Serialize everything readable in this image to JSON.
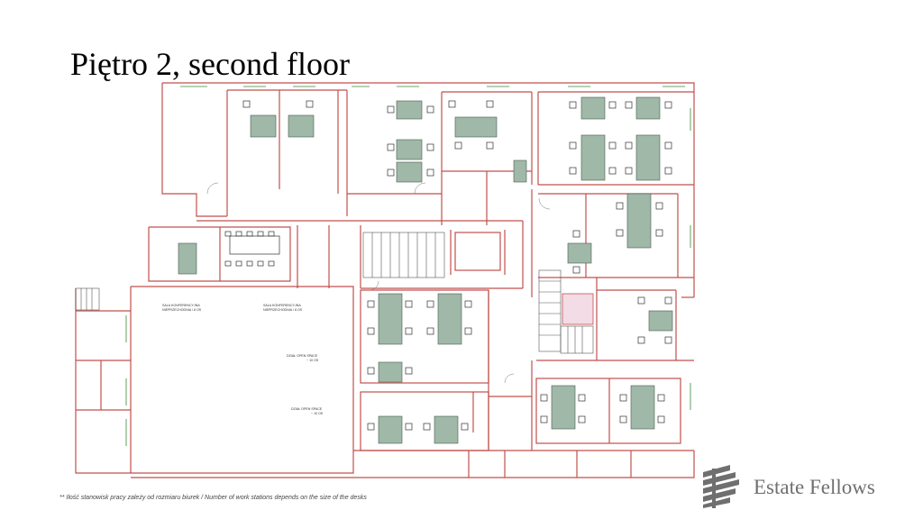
{
  "title": "Piętro 2, second floor",
  "footnote": "** Ilość stanowisk pracy zależy od rozmiaru biurek / Number of work stations depends on the size of the desks",
  "brand": {
    "name": "Estate Fellows",
    "logo_icon": "building-stack-icon"
  },
  "room_labels": {
    "conference_a_1": "SALA KONFERENCYJNA",
    "conference_a_2": "NIEPRZECHODNIA / 8 OS",
    "conference_b_1": "SALA KONFERENCYJNA",
    "conference_b_2": "NIEPRZECHODNIA / 8 OS",
    "open_a_1": "DZIAŁ OPEN SPACE",
    "open_a_2": "~ 10 OS",
    "open_b_1": "DZIAŁ OPEN SPACE",
    "open_b_2": "~ 10 OS"
  },
  "colors": {
    "wall": "#c0504d",
    "desk": "#9fb8a8",
    "chair": "#333333",
    "logo": "#6f6f6f"
  }
}
